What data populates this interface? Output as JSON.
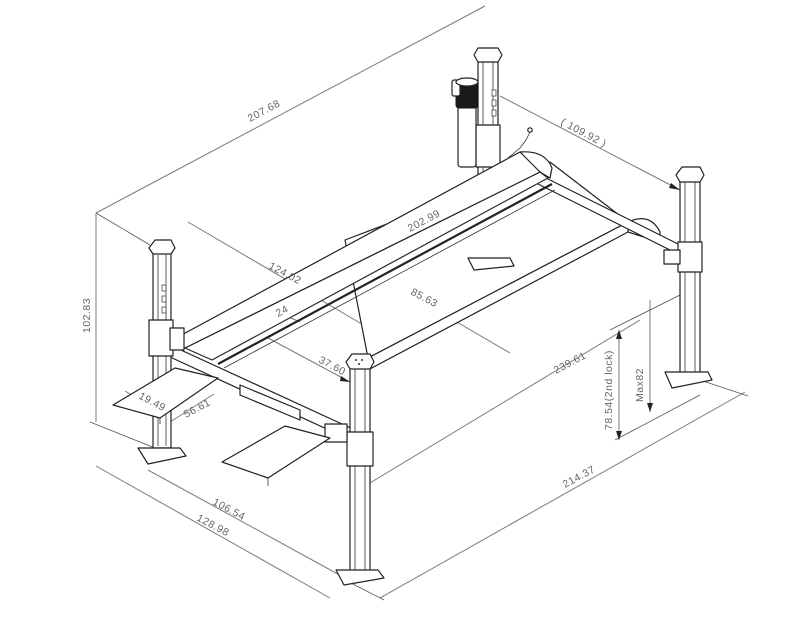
{
  "drawing": {
    "subject": "Four-post car lift isometric dimension drawing",
    "line_color": "#222222",
    "dimension_color": "#7a7a7a",
    "label_color": "#666666",
    "background": "#ffffff"
  },
  "dimensions": {
    "overall_length_top": "207.68",
    "rear_width": "( 109.92 )",
    "overall_height": "102.83",
    "runway_length": "202.99",
    "inner_span": "124.02",
    "runway_gap": "24",
    "runway_width": "85.63",
    "post_offset": "37.60",
    "overall_length_side": "239.61",
    "lock_height": "78.54(2nd lock)",
    "max_height": "Max82",
    "ramp_width": "19.49",
    "ramp_length": "56.61",
    "inner_width": "106.54",
    "outer_width": "128.98",
    "base_length": "214.37"
  },
  "components": {
    "posts": [
      "front-left-post",
      "rear-left-post",
      "rear-right-post",
      "front-right-post"
    ],
    "runways": [
      "left-runway",
      "right-runway"
    ],
    "ramps": [
      "left-ramp",
      "right-ramp"
    ],
    "power_unit": "hydraulic-power-unit"
  }
}
